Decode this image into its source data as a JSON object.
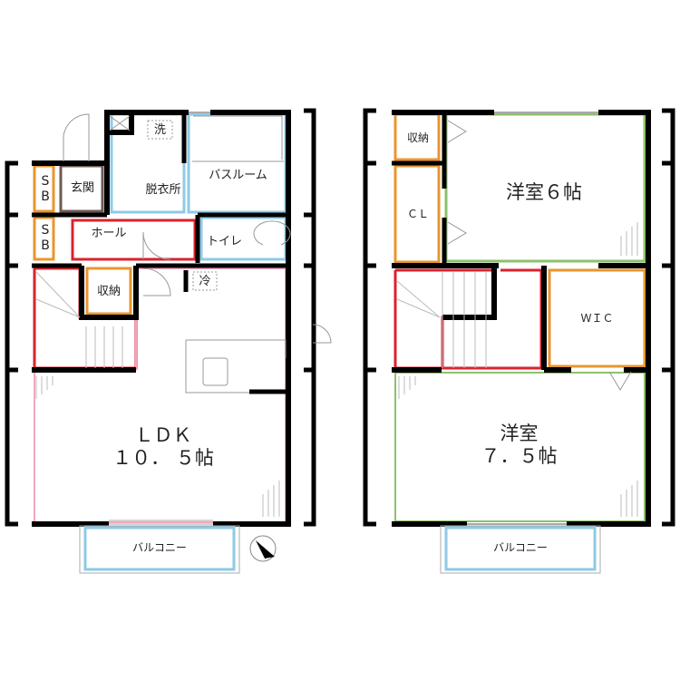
{
  "floor1": {
    "rooms": {
      "sb1": "S\nB",
      "sb2": "S\nB",
      "genkan": "玄関",
      "datsuijo": "脱衣所",
      "sen": "洗",
      "bathroom": "バスルーム",
      "hall": "ホール",
      "toilet": "トイレ",
      "storage": "収納",
      "fridge": "冷",
      "ldk": "ＬＤＫ\n１０． ５帖",
      "balcony": "バルコニー"
    }
  },
  "floor2": {
    "rooms": {
      "storage": "収納",
      "cl": "ＣＬ",
      "western6": "洋室６帖",
      "wic": "ＷＩＣ",
      "western75": "洋室\n７．５帖",
      "balcony": "バルコニー"
    }
  },
  "colors": {
    "wall": "#000000",
    "wet_area": "#8ecae6",
    "storage": "#e8962f",
    "hall_stair": "#d9232d",
    "ldk": "#f2a7c0",
    "bedroom": "#8cc26b",
    "genkan": "#6b5a52"
  }
}
